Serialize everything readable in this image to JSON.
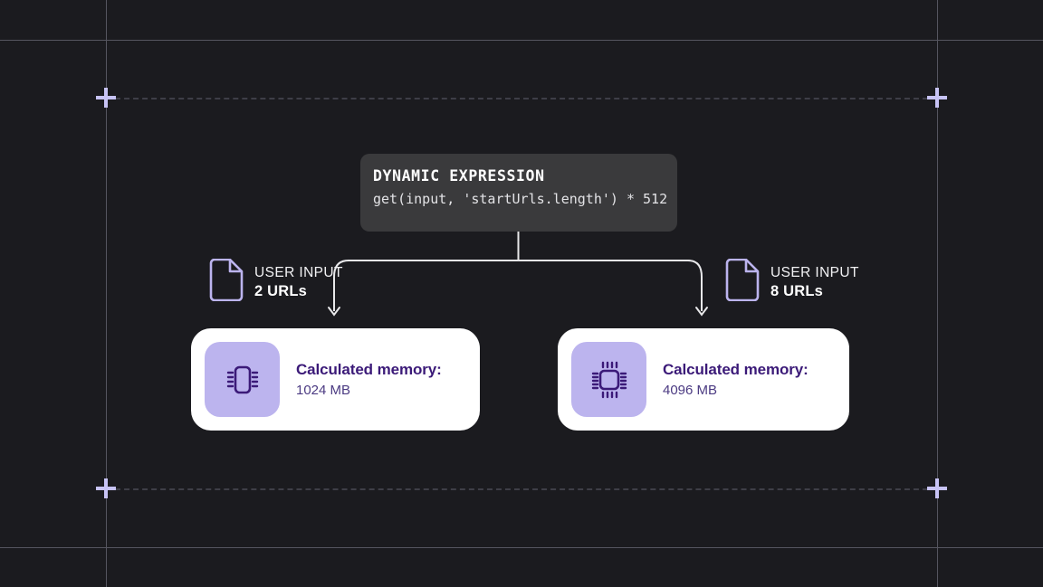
{
  "canvas": {
    "background_color": "#1b1b1f",
    "grid_line_color": "#55555f",
    "dashed_line_color": "#3e3e47",
    "crosshair_color": "#c7c3f5",
    "accent_color": "#bcb4ee",
    "card_text_color": "#3b1a78"
  },
  "expression": {
    "label": "DYNAMIC EXPRESSION",
    "code": "get(input, 'startUrls.length') * 512",
    "background_color": "#3a3a3c"
  },
  "inputs": [
    {
      "icon": "document-icon",
      "kicker": "USER INPUT",
      "value": "2 URLs"
    },
    {
      "icon": "document-icon",
      "kicker": "USER INPUT",
      "value": "8 URLs"
    }
  ],
  "results": [
    {
      "icon": "cpu-chip-icon",
      "title": "Calculated memory:",
      "value": "1024 MB"
    },
    {
      "icon": "cpu-chip-icon",
      "title": "Calculated memory:",
      "value": "4096 MB"
    }
  ]
}
